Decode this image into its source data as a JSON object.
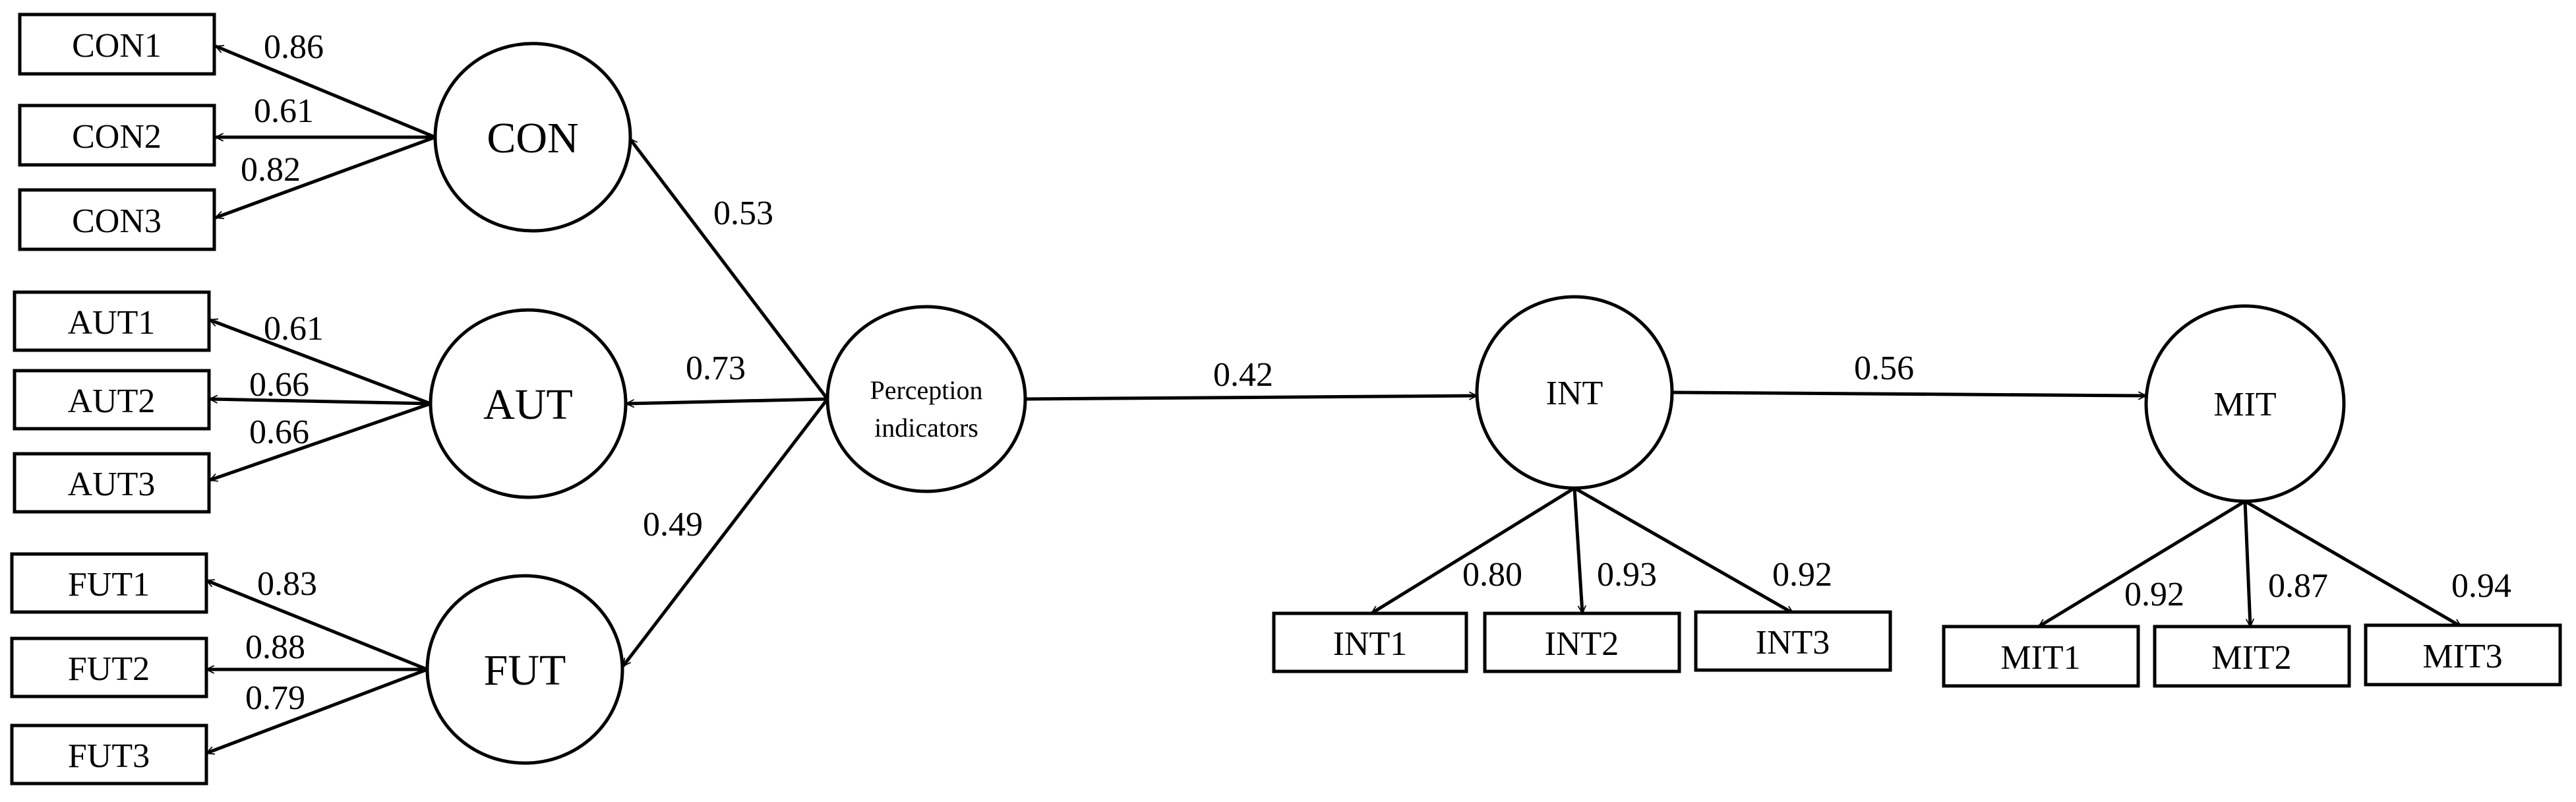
{
  "latents": {
    "con": "CON",
    "aut": "AUT",
    "fut": "FUT",
    "perc_line1": "Perception",
    "perc_line2": "indicators",
    "int": "INT",
    "mit": "MIT"
  },
  "indicators": {
    "con1": "CON1",
    "con2": "CON2",
    "con3": "CON3",
    "aut1": "AUT1",
    "aut2": "AUT2",
    "aut3": "AUT3",
    "fut1": "FUT1",
    "fut2": "FUT2",
    "fut3": "FUT3",
    "int1": "INT1",
    "int2": "INT2",
    "int3": "INT3",
    "mit1": "MIT1",
    "mit2": "MIT2",
    "mit3": "MIT3"
  },
  "loadings": {
    "con1": "0.86",
    "con2": "0.61",
    "con3": "0.82",
    "aut1": "0.61",
    "aut2": "0.66",
    "aut3": "0.66",
    "fut1": "0.83",
    "fut2": "0.88",
    "fut3": "0.79",
    "int1": "0.80",
    "int2": "0.93",
    "int3": "0.92",
    "mit1": "0.92",
    "mit2": "0.87",
    "mit3": "0.94"
  },
  "paths": {
    "perc_con": "0.53",
    "perc_aut": "0.73",
    "perc_fut": "0.49",
    "perc_int": "0.42",
    "int_mit": "0.56"
  }
}
